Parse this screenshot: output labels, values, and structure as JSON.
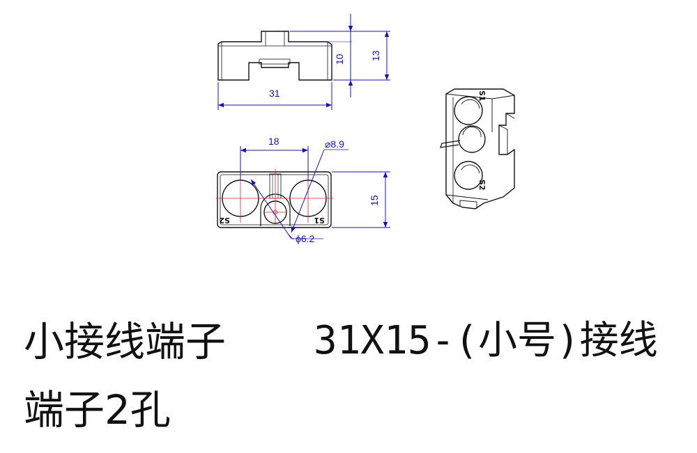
{
  "dimensions": {
    "side_width": "31",
    "side_inner_height": "10",
    "side_total_height": "13",
    "top_hole_spacing": "18",
    "top_height": "15",
    "big_hole_diameter": "⌀8.9",
    "small_hole_diameter": "ϕ6.2"
  },
  "terminal_labels": {
    "s1": "S1",
    "s2": "S2"
  },
  "caption": {
    "line1_left": "小接线端子",
    "line1_right": "31X15-(小号)接线",
    "line2": "端子2孔"
  },
  "colors": {
    "outline": "#111111",
    "dimension": "#1010c8",
    "centerline": "#e02020"
  }
}
